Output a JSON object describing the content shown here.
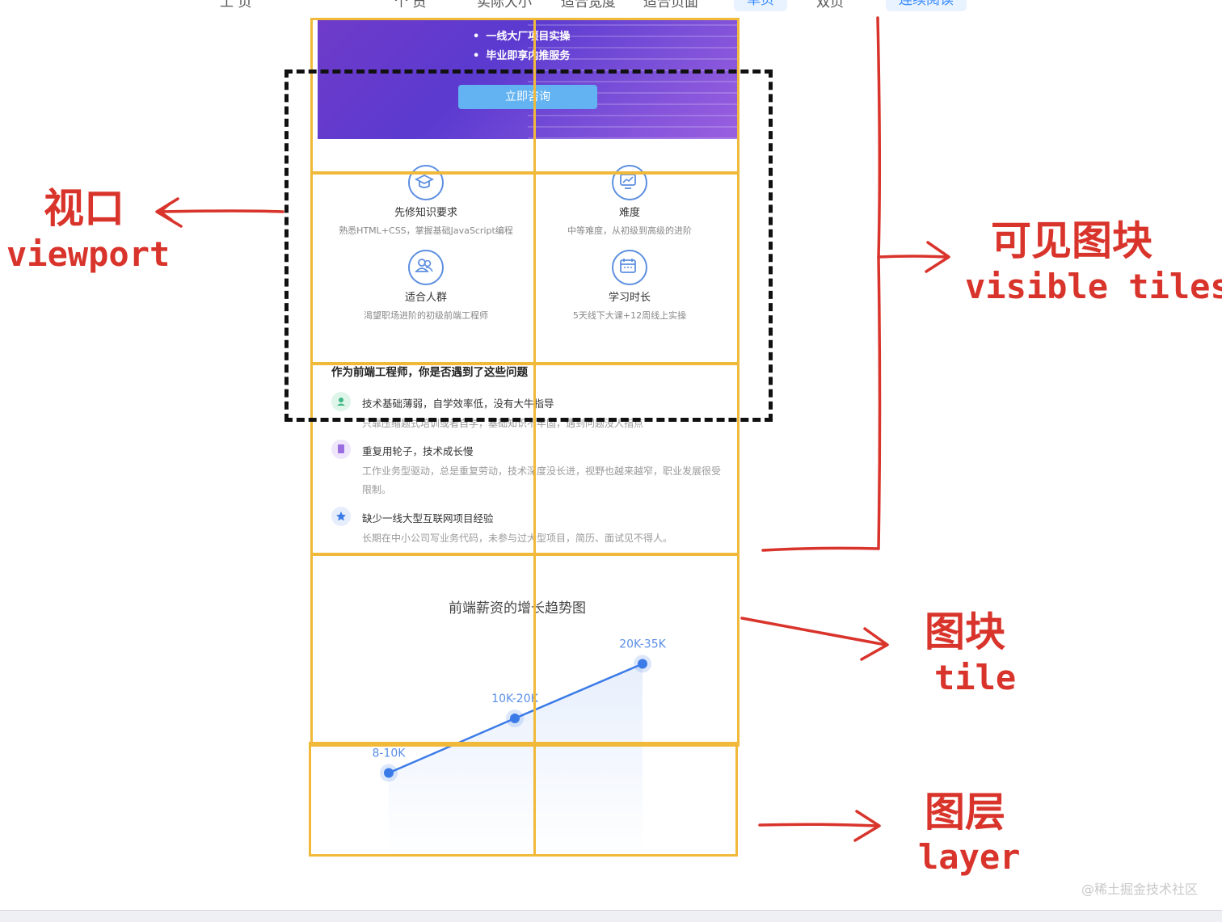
{
  "nav": {
    "items": [
      "工 页",
      "个 员",
      "实际大小",
      "适合宽度",
      "适合页面",
      "单页",
      "双页"
    ],
    "pill_left": "单页",
    "pill_right": "连续阅读"
  },
  "banner": {
    "bullets": [
      "一线大厂项目实操",
      "毕业即享内推服务"
    ],
    "cta": "立即咨询"
  },
  "features": [
    {
      "title": "先修知识要求",
      "desc": "熟悉HTML+CSS，掌握基础JavaScript编程"
    },
    {
      "title": "难度",
      "desc": "中等难度，从初级到高级的进阶"
    },
    {
      "title": "适合人群",
      "desc": "渴望职场进阶的初级前端工程师"
    },
    {
      "title": "学习时长",
      "desc": "5天线下大课+12周线上实操"
    }
  ],
  "problems": {
    "title": "作为前端工程师，你是否遇到了这些问题",
    "items": [
      {
        "title": "技术基础薄弱，自学效率低，没有大牛指导",
        "desc": "只靠压缩题式培训或者自学，基础知识不牢固，遇到问题没人指点"
      },
      {
        "title": "重复用轮子，技术成长慢",
        "desc": "工作业务型驱动，总是重复劳动，技术深度没长进，视野也越来越窄，职业发展很受限制。"
      },
      {
        "title": "缺少一线大型互联网项目经验",
        "desc": "长期在中小公司写业务代码，未参与过大型项目，简历、面试见不得人。"
      }
    ]
  },
  "chart_data": {
    "type": "line",
    "title": "前端薪资的增长趋势图",
    "categories": [
      "8-10K",
      "10K-20K",
      "20K-35K"
    ],
    "values": [
      1,
      2,
      3
    ],
    "labels": [
      "8-10K",
      "10K-20K",
      "20K-35K"
    ],
    "ylim": [
      0,
      4
    ],
    "grid": false,
    "color": "#3b7be8"
  },
  "annotations": {
    "viewport_cn": "视口",
    "viewport_en": "viewport",
    "visible_tiles_cn": "可见图块",
    "visible_tiles_en": "visible tiles",
    "tile_cn": "图块",
    "tile_en": "tile",
    "layer_cn": "图层",
    "layer_en": "layer"
  },
  "colors": {
    "tile_border": "#f0b93a",
    "annotation": "#d9342b",
    "viewport_border": "#111111"
  },
  "watermark": "@稀土掘金技术社区"
}
